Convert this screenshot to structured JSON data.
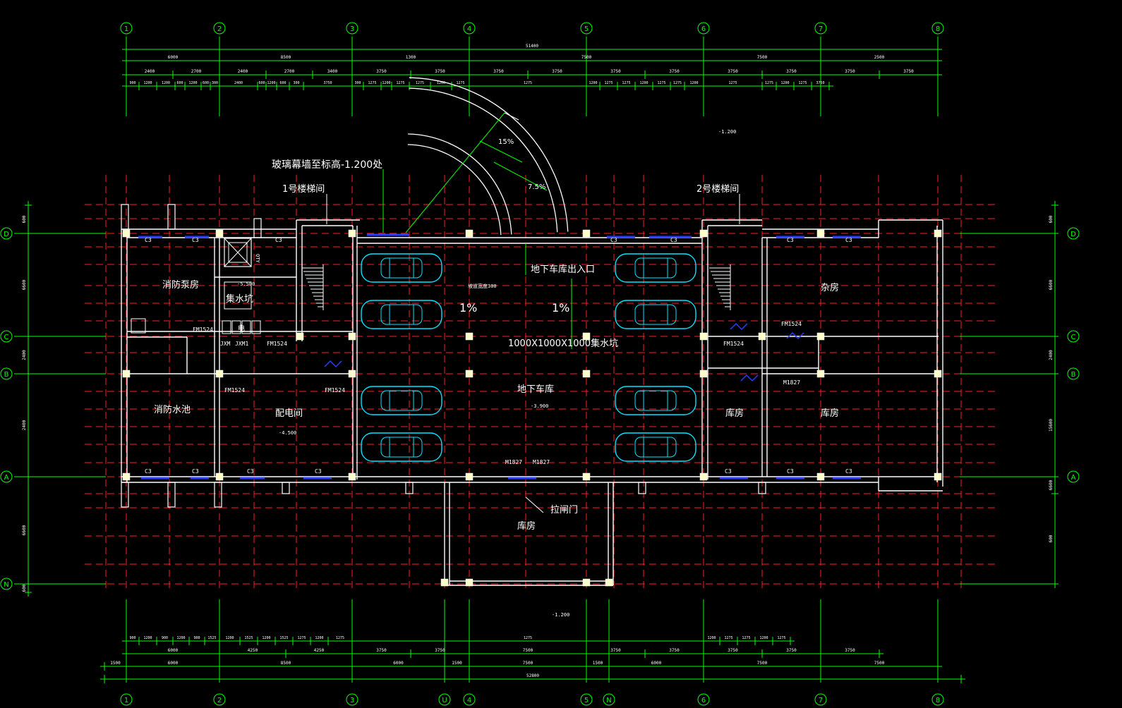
{
  "colors": {
    "background": "#000000",
    "grid_red": "#ff2020",
    "dim_green": "#00ff00",
    "wall": "#ffffff",
    "car": "#00e5ff",
    "window_blue": "#2a3cff",
    "column": "#ffffcc",
    "leader": "#00ff00"
  },
  "axes": {
    "columns": [
      "1",
      "2",
      "3",
      "4",
      "5",
      "6",
      "7",
      "8"
    ],
    "rows": [
      "D",
      "C",
      "B",
      "A",
      "N"
    ],
    "extra_bottom": [
      "U",
      "N"
    ]
  },
  "dims": {
    "top_total": "51400",
    "top_row1": [
      "6000",
      "8500",
      "1300",
      "7500",
      "7500",
      "2500"
    ],
    "top_row2": [
      "2400",
      "2700",
      "2400",
      "2700",
      "3400",
      "3750",
      "3750",
      "3750",
      "3750",
      "3750",
      "3750",
      "3750",
      "3750",
      "3750",
      "3750"
    ],
    "top_row3": [
      "900",
      "1200",
      "1200",
      "600",
      "1200",
      "600",
      "300",
      "2400",
      "600",
      "1200",
      "600",
      "300",
      "3750",
      "300",
      "1275",
      "1200",
      "1275",
      "1275",
      "1200",
      "1275",
      "1275",
      "1200",
      "1275",
      "1275",
      "1200",
      "1275",
      "1275",
      "1200",
      "1275",
      "1275",
      "1200",
      "1275",
      "3750"
    ],
    "bottom_row1": [
      "900",
      "1200",
      "900",
      "1200",
      "900",
      "1525",
      "1200",
      "1525",
      "1200",
      "1525",
      "1275",
      "1200",
      "1275",
      "1275",
      "1200",
      "1275",
      "1275",
      "1200",
      "1275"
    ],
    "bottom_row2": [
      "6000",
      "4250",
      "4250",
      "3750",
      "3750",
      "7500",
      "3750",
      "3750",
      "3750",
      "3750",
      "3750"
    ],
    "bottom_row3": [
      "1500",
      "6000",
      "8500",
      "6000",
      "1500",
      "7500",
      "1500",
      "6000",
      "7500",
      "7500"
    ],
    "bottom_total": "52800",
    "left": [
      "600",
      "6600",
      "2400",
      "2400",
      "6600",
      "600"
    ],
    "right": [
      "600",
      "6600",
      "2400",
      "15600",
      "6600",
      "600"
    ]
  },
  "labels": {
    "glass_note": "玻璃幕墙至标高-1.200处",
    "stair1": "1号楼梯间",
    "stair2": "2号楼梯间",
    "pump_room": "消防泵房",
    "sump": "集水坑",
    "fire_pool": "消防水池",
    "power_room": "配电间",
    "garage_entry": "地下车库出入口",
    "garage": "地下车库",
    "sump_note": "1000X1000X1000集水坑",
    "sundry": "杂房",
    "store_left": "库房",
    "store_right": "库房",
    "store_bottom": "库房",
    "rolling_door": "拉闸门",
    "slope_a": "1%",
    "slope_b": "1%",
    "ramp_15": "15%",
    "ramp_75": "7.5%",
    "elev_top": "-1.200",
    "elev_bottom": "-1.200",
    "elev_pump": "-5.500",
    "elev_power": "-4.500",
    "elev_garage": "-3.900",
    "ramp_note": "坡道宽度300"
  },
  "tags": {
    "c3": "C3",
    "fm1524": "FM1524",
    "m1827": "M1827",
    "jxm": "JXM",
    "jxm1": "JXM1",
    "elec": "电",
    "qty": "QTY"
  }
}
